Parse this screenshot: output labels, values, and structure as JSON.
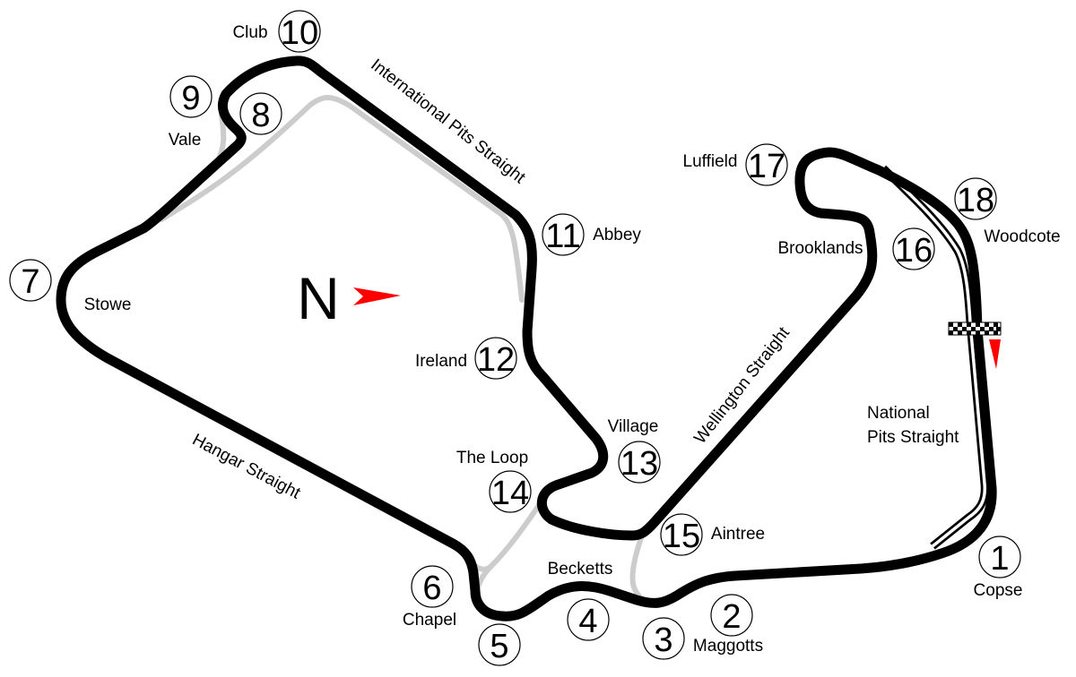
{
  "title_north": "N",
  "colors": {
    "track": "#000000",
    "old_track": "#cccccc",
    "arrow": "#ff0000"
  },
  "corners": [
    {
      "num": "1",
      "name": "Copse"
    },
    {
      "num": "2",
      "name": ""
    },
    {
      "num": "3",
      "name": "Maggotts"
    },
    {
      "num": "4",
      "name": ""
    },
    {
      "num": "5",
      "name": ""
    },
    {
      "num": "6",
      "name": "Chapel"
    },
    {
      "num": "7",
      "name": "Stowe"
    },
    {
      "num": "8",
      "name": ""
    },
    {
      "num": "9",
      "name": "Vale"
    },
    {
      "num": "10",
      "name": "Club"
    },
    {
      "num": "11",
      "name": "Abbey"
    },
    {
      "num": "12",
      "name": "Ireland"
    },
    {
      "num": "13",
      "name": "Village"
    },
    {
      "num": "14",
      "name": "The Loop"
    },
    {
      "num": "15",
      "name": "Aintree"
    },
    {
      "num": "16",
      "name": "Brooklands"
    },
    {
      "num": "17",
      "name": "Luffield"
    },
    {
      "num": "18",
      "name": "Woodcote"
    }
  ],
  "extra_labels": {
    "becketts": "Becketts",
    "international_pits": "International Pits Straight",
    "hangar": "Hangar Straight",
    "wellington": "Wellington Straight",
    "national_1": "National",
    "national_2": "Pits Straight"
  }
}
